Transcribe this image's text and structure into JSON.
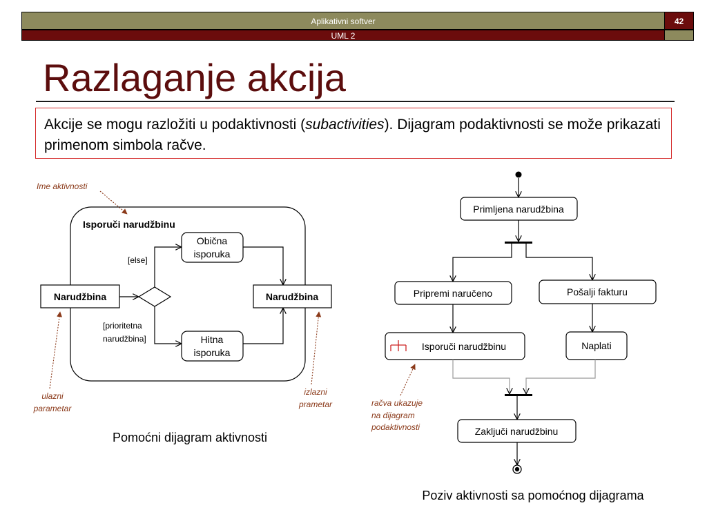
{
  "header": {
    "course": "Aplikativni softver",
    "page_number": "42",
    "section": "UML 2"
  },
  "slide": {
    "title": "Razlaganje akcija",
    "intro_before": "Akcije se mogu razložiti u podaktivnosti (",
    "intro_term": "subactivities",
    "intro_after": "). Dijagram podaktivnosti se može prikazati primenom simbola račve."
  },
  "left_diagram": {
    "activity_name": "Isporuči narudžbinu",
    "input_param": "Narudžbina",
    "output_param": "Narudžbina",
    "action_top": [
      "Obična",
      "isporuka"
    ],
    "action_bottom": [
      "Hitna",
      "isporuka"
    ],
    "guard_else": "[else]",
    "guard_priority": [
      "[prioritetna",
      "narudžbina]"
    ],
    "note_activity_name": "Ime aktivnosti",
    "note_input": [
      "ulazni",
      "parametar"
    ],
    "note_output": [
      "izlazni",
      "prametar"
    ],
    "caption": "Pomoćni dijagram aktivnosti"
  },
  "right_diagram": {
    "received": "Primljena narudžbina",
    "prepare": "Pripremi naručeno",
    "send_invoice": "Pošalji fakturu",
    "deliver": "Isporuči narudžbinu",
    "charge": "Naplati",
    "close": "Zaključi narudžbinu",
    "note_rake": [
      "račva ukazuje",
      "na dijagram",
      "podaktivnosti"
    ],
    "caption": "Poziv aktivnosti sa pomoćnog dijagrama"
  },
  "colors": {
    "title": "#5c0d0d",
    "header_olive": "#8d8a5d",
    "header_maroon": "#6b0c0c",
    "note": "#8b3a1a",
    "rake": "#cc2222",
    "intro_border": "#d42a2a"
  }
}
